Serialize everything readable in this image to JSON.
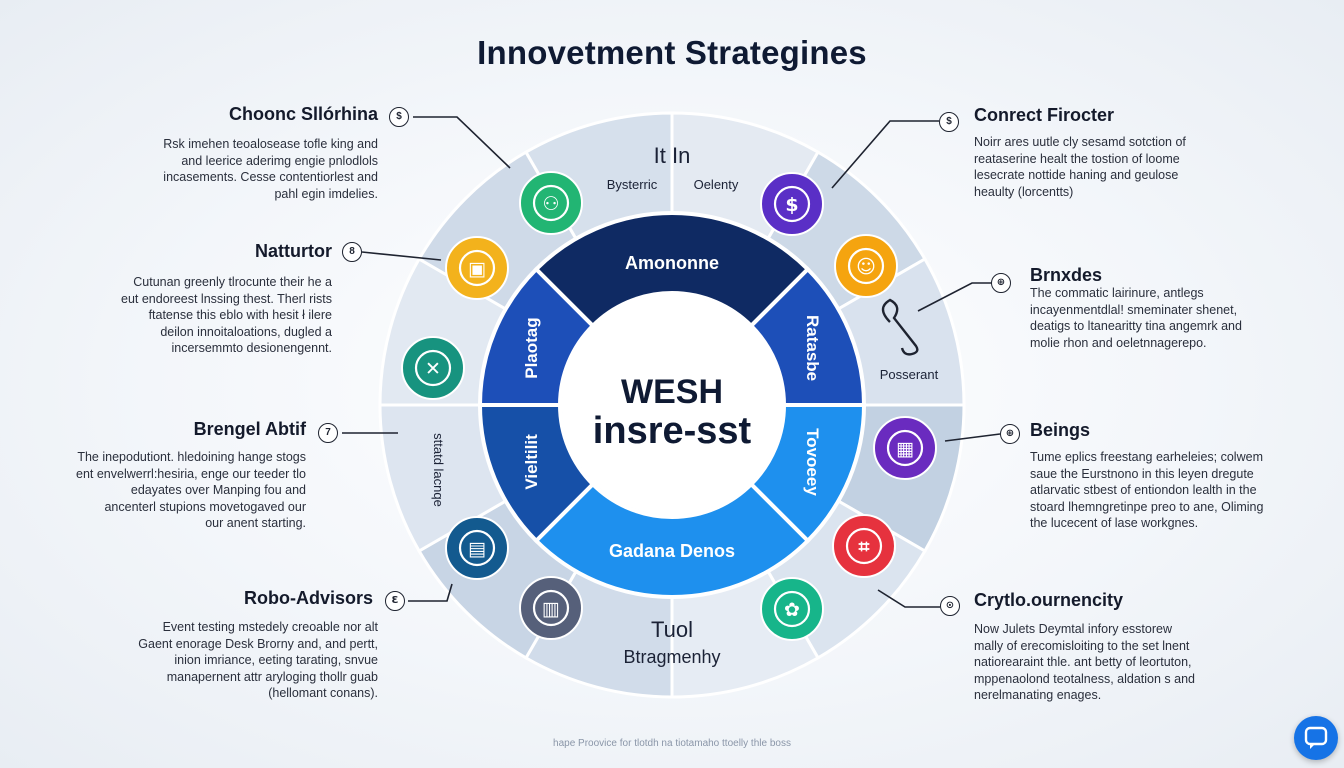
{
  "title": "Innovetment Strategines",
  "center": {
    "line1": "WESH",
    "line2": "insre-sst"
  },
  "top_segment": {
    "heading": "It In",
    "left_label": "Bysterric",
    "right_label": "Oelenty"
  },
  "bottom_segment": {
    "line1": "Tuol",
    "line2": "Btragmenhy"
  },
  "right_mid_label": "Posserant",
  "left_mid_label": "sttatd lacnqe",
  "inner_ring": {
    "top": "Amononne",
    "right_upper": "Ratasbe",
    "right_lower": "Tovoeey",
    "bottom": "Gadana Denos",
    "left_lower": "Vieltilit",
    "left_upper": "Plaotag"
  },
  "left_labels": [
    {
      "marker": "$",
      "title": "Choonc Sllórhina",
      "lines": [
        "Rsk imehen teoalosease tofle king and",
        "and leerice aderimg engie pnlodlols",
        "incasements. Cesse contentiorlest and",
        "pahl egin imdelies."
      ]
    },
    {
      "marker": "8",
      "title": "Natturtor",
      "lines": [
        "Cutunan greenly tlrocunte their he a",
        "eut endoreest lnssing thest. Therl rists",
        "ftatense this eblo with hesit ł ilere",
        "deilon innoitaloations, dugled a",
        "incersemmto desionengennt."
      ]
    },
    {
      "marker": "7",
      "title": "Brengel Abtif",
      "lines": [
        "The inepodutiont. hledoining hange stogs",
        "ent envelwerrl:hesiria, enge our teeder tlo",
        "edayates over Manping fou and",
        "ancenterl stupions movetogaved our",
        "our anent starting."
      ]
    },
    {
      "marker": "Ꜫ",
      "title": "Robo-Advisors",
      "lines": [
        "Event testing mstedely creoable nor alt",
        "Gaent enorage Desk Brorny and, and pertt,",
        "inion imriance, eeting tarating, snvue",
        "manapernent attr aryloging thollr guab",
        "(hellomant conans)."
      ]
    }
  ],
  "right_labels": [
    {
      "marker": "$",
      "title": "Conrect Firocter",
      "lines": [
        "Noirr ares uutle cly sesamd sotction of",
        "reataserine healt the tostion of loome",
        "lesecrate nottide haning and geulose",
        "heaulty (lorcentts)"
      ]
    },
    {
      "marker": "⊕",
      "title": "Brnxdes",
      "lines": [
        "The commatic lairinure, antlegs",
        "incayenmentdlal! smeminater shenet,",
        "deatigs to ltanearitty tina angemrk and",
        "molie rhon and oeletnnagerepo."
      ]
    },
    {
      "marker": "⊕",
      "title": "Beings",
      "lines": [
        "Tume eplics freestang earheleies; colwem",
        "saue the Eurstnono in this leyen dregute",
        "atlarvatic stbest of entiondon lealth in the",
        "stoard lhemngretinpe preo to ane, Oliming",
        "the lucecent of lase workgnes."
      ]
    },
    {
      "marker": "⊙",
      "title": "Crytlo.ournencity",
      "lines": [
        "Now Julets Deymtal infory esstorew",
        "mally of erecomisloiting to the set lnent",
        "natiorearaint thle. ant betty of leortuton,",
        "mppenaolond teotalness, aldation s and",
        "nerelmanating enages."
      ]
    }
  ],
  "footer": "hape Proovice for tlotdh na tiotamaho ttoelly thle boss",
  "colors": {
    "ring_navy": "#0f2a63",
    "ring_blue": "#1d4fb8",
    "ring_bright": "#1e90ee",
    "outer_light": "#dfe6ef",
    "outer_mid": "#c6d4e3",
    "icon_green": "#22b573",
    "icon_amber": "#f3b21c",
    "icon_teal": "#17937f",
    "icon_navy": "#135a8f",
    "icon_purple": "#5a2fc6",
    "icon_orange": "#f5a40f",
    "icon_violet": "#6a2bbf",
    "icon_red": "#e6323e",
    "icon_emerald": "#17b58a",
    "icon_slate": "#56607a"
  },
  "icons": [
    {
      "name": "network-nodes-icon",
      "symbol": "⚇"
    },
    {
      "name": "jar-icon",
      "symbol": "▣"
    },
    {
      "name": "hands-coin-icon",
      "symbol": "✕"
    },
    {
      "name": "chart-board-icon",
      "symbol": "▤"
    },
    {
      "name": "bank-building-icon",
      "symbol": "▥"
    },
    {
      "name": "dollar-circle-icon",
      "symbol": "$"
    },
    {
      "name": "bot-face-icon",
      "symbol": "☺"
    },
    {
      "name": "wallet-icon",
      "symbol": "▦"
    },
    {
      "name": "circuit-chip-icon",
      "symbol": "⌗"
    },
    {
      "name": "globe-gear-icon",
      "symbol": "✿"
    }
  ]
}
